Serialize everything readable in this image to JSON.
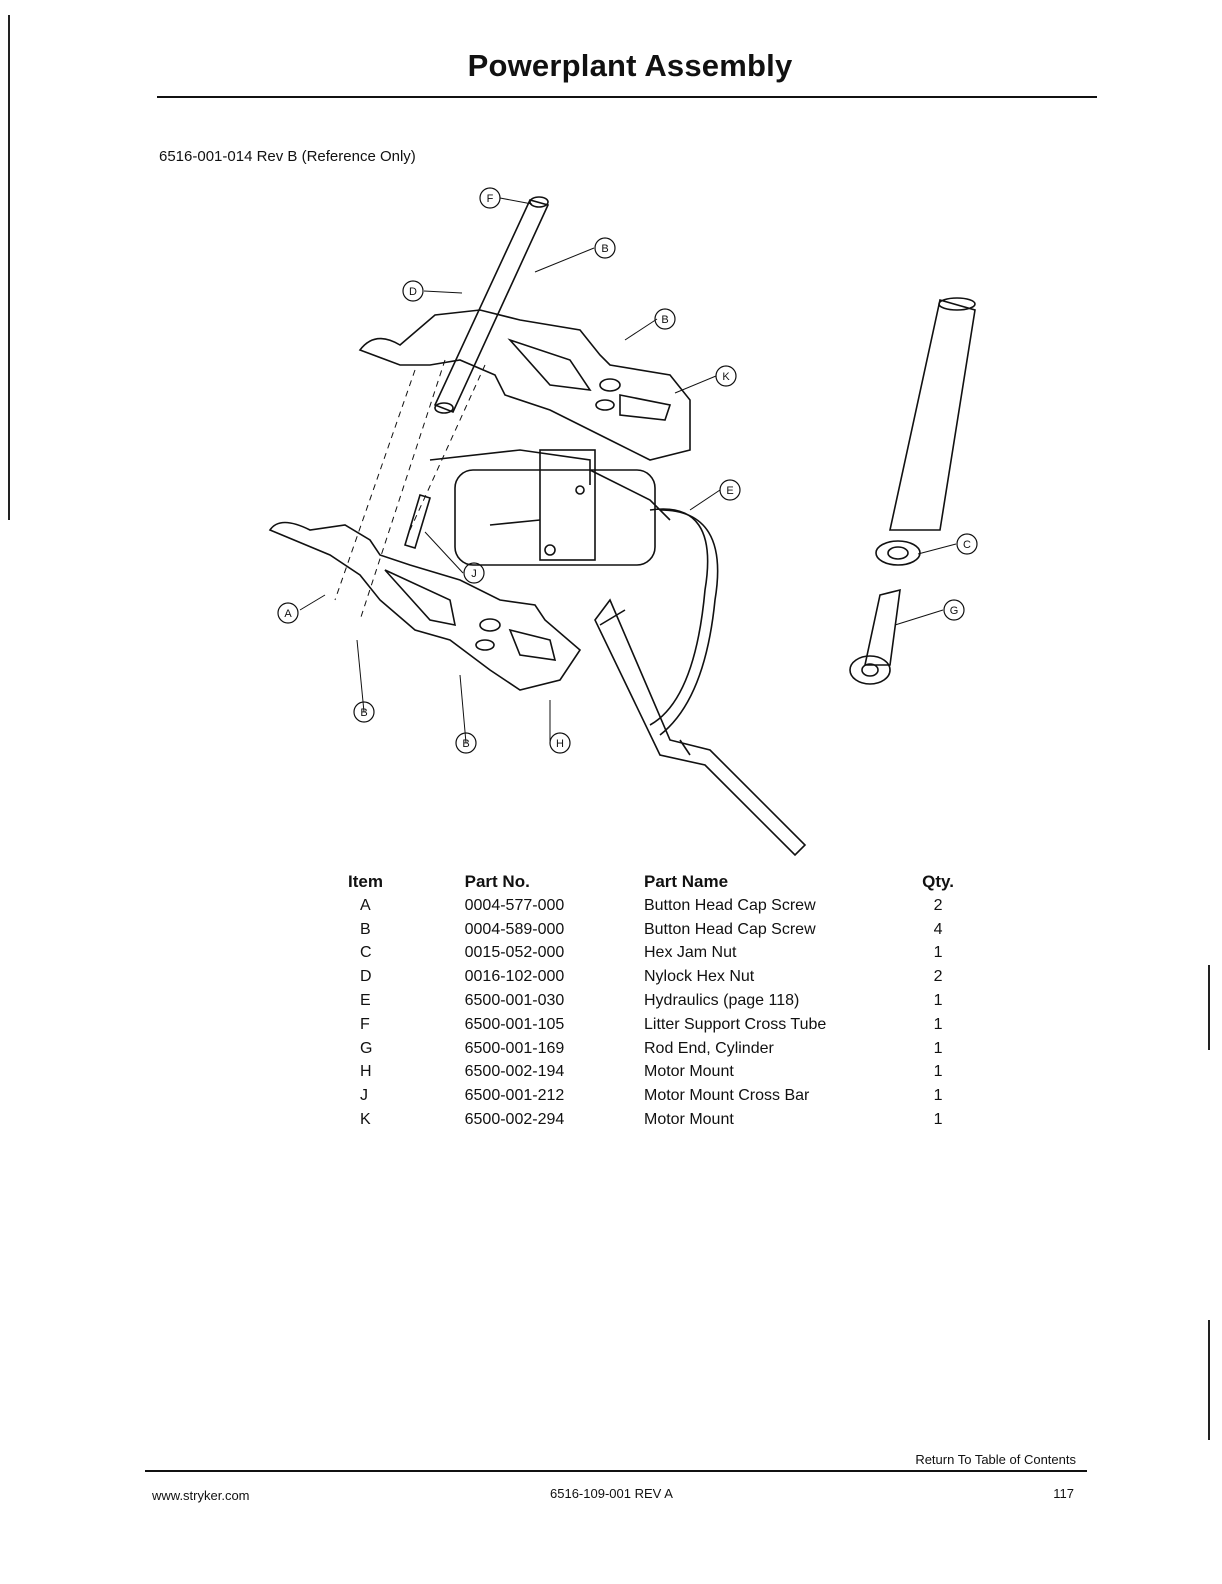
{
  "page": {
    "title": "Powerplant Assembly",
    "reference": "6516-001-014 Rev B (Reference Only)"
  },
  "diagram": {
    "callouts": [
      "F",
      "B",
      "D",
      "B",
      "K",
      "E",
      "C",
      "G",
      "J",
      "A",
      "B",
      "B",
      "H"
    ]
  },
  "parts_table": {
    "headers": [
      "Item",
      "Part No.",
      "Part Name",
      "Qty."
    ],
    "rows": [
      {
        "item": "A",
        "part_no": "0004-577-000",
        "name": "Button Head Cap Screw",
        "qty": "2"
      },
      {
        "item": "B",
        "part_no": "0004-589-000",
        "name": "Button Head Cap Screw",
        "qty": "4"
      },
      {
        "item": "C",
        "part_no": "0015-052-000",
        "name": "Hex Jam Nut",
        "qty": "1"
      },
      {
        "item": "D",
        "part_no": "0016-102-000",
        "name": "Nylock Hex Nut",
        "qty": "2"
      },
      {
        "item": "E",
        "part_no": "6500-001-030",
        "name": "Hydraulics (page 118)",
        "qty": "1"
      },
      {
        "item": "F",
        "part_no": "6500-001-105",
        "name": "Litter Support Cross Tube",
        "qty": "1"
      },
      {
        "item": "G",
        "part_no": "6500-001-169",
        "name": "Rod End, Cylinder",
        "qty": "1"
      },
      {
        "item": "H",
        "part_no": "6500-002-194",
        "name": "Motor Mount",
        "qty": "1"
      },
      {
        "item": "J",
        "part_no": "6500-001-212",
        "name": "Motor Mount Cross Bar",
        "qty": "1"
      },
      {
        "item": "K",
        "part_no": "6500-002-294",
        "name": "Motor Mount",
        "qty": "1"
      }
    ]
  },
  "footer": {
    "toc_link": "Return To Table of Contents",
    "website": "www.stryker.com",
    "doc_number": "6516-109-001 REV A",
    "page_number": "117"
  }
}
